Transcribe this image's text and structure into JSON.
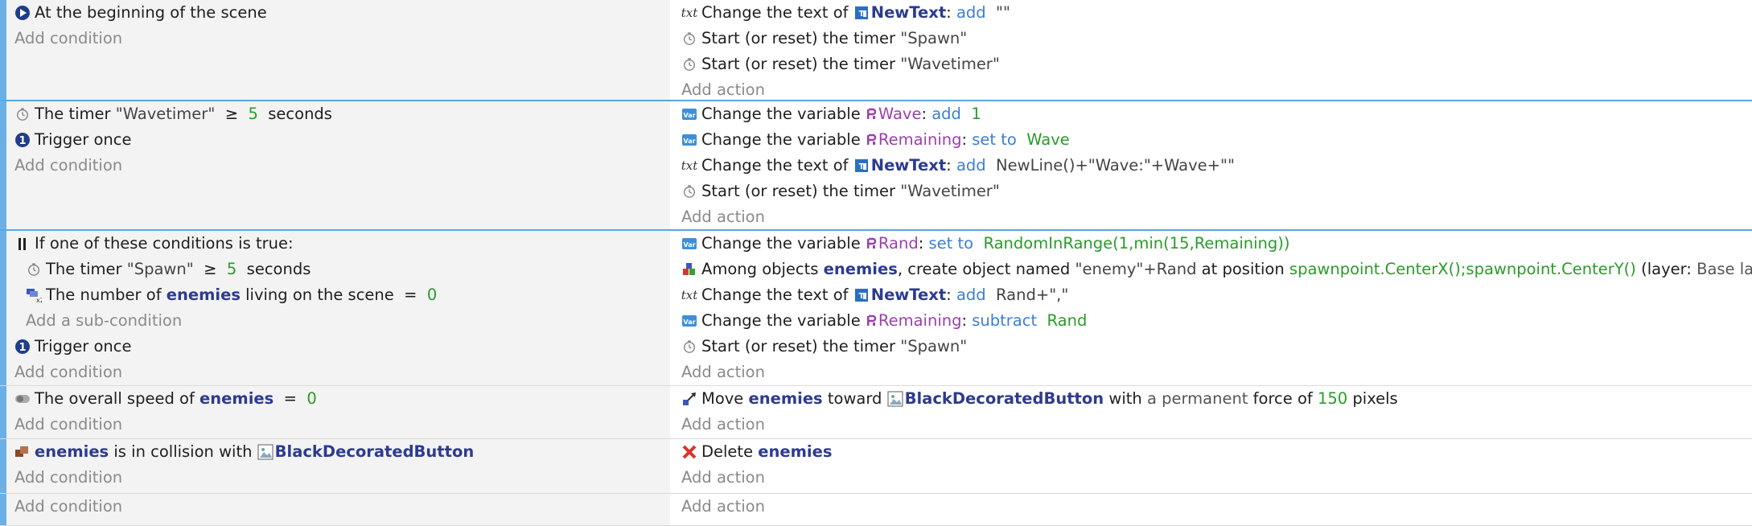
{
  "events": [
    {
      "conditions": [
        {
          "icon": "scene-start-icon",
          "parts": [
            {
              "t": "At the beginning of the scene",
              "c": ""
            }
          ]
        }
      ],
      "add_condition": "Add condition",
      "actions": [
        {
          "icon": "text-icon",
          "parts": [
            {
              "t": "Change the text of ",
              "c": ""
            },
            {
              "t": "NewText",
              "c": "obj",
              "objicon": true
            },
            {
              "t": ": ",
              "c": ""
            },
            {
              "t": "add",
              "c": "kw"
            },
            {
              "t": "  \"\"",
              "c": "str"
            }
          ]
        },
        {
          "icon": "timer-icon",
          "parts": [
            {
              "t": "Start (or reset) the timer ",
              "c": ""
            },
            {
              "t": "\"Spawn\"",
              "c": "str"
            }
          ]
        },
        {
          "icon": "timer-icon",
          "parts": [
            {
              "t": "Start (or reset) the timer ",
              "c": ""
            },
            {
              "t": "\"Wavetimer\"",
              "c": "str"
            }
          ]
        }
      ],
      "add_action": "Add action"
    },
    {
      "conditions": [
        {
          "icon": "timer-icon",
          "parts": [
            {
              "t": "The timer ",
              "c": ""
            },
            {
              "t": "\"Wavetimer\"",
              "c": "str"
            },
            {
              "t": "  ≥  ",
              "c": ""
            },
            {
              "t": "5",
              "c": "num"
            },
            {
              "t": "  seconds",
              "c": ""
            }
          ]
        },
        {
          "icon": "trigger-once-icon",
          "parts": [
            {
              "t": "Trigger once",
              "c": ""
            }
          ]
        }
      ],
      "add_condition": "Add condition",
      "actions": [
        {
          "icon": "variable-icon",
          "parts": [
            {
              "t": "Change the variable ",
              "c": ""
            },
            {
              "t": "Wave",
              "c": "var",
              "varicon": true
            },
            {
              "t": ": ",
              "c": ""
            },
            {
              "t": "add",
              "c": "kw"
            },
            {
              "t": "  1",
              "c": "num"
            }
          ]
        },
        {
          "icon": "variable-icon",
          "parts": [
            {
              "t": "Change the variable ",
              "c": ""
            },
            {
              "t": "Remaining",
              "c": "var",
              "varicon": true
            },
            {
              "t": ": ",
              "c": ""
            },
            {
              "t": "set to",
              "c": "kw"
            },
            {
              "t": "  Wave",
              "c": "expr"
            }
          ]
        },
        {
          "icon": "text-icon",
          "parts": [
            {
              "t": "Change the text of ",
              "c": ""
            },
            {
              "t": "NewText",
              "c": "obj",
              "objicon": true
            },
            {
              "t": ": ",
              "c": ""
            },
            {
              "t": "add",
              "c": "kw"
            },
            {
              "t": "  NewLine()+\"Wave:\"+Wave+\"\"",
              "c": "str"
            }
          ]
        },
        {
          "icon": "timer-icon",
          "parts": [
            {
              "t": "Start (or reset) the timer ",
              "c": ""
            },
            {
              "t": "\"Wavetimer\"",
              "c": "str"
            }
          ]
        }
      ],
      "add_action": "Add action"
    },
    {
      "conditions": [
        {
          "icon": "or-icon",
          "parts": [
            {
              "t": "If one of these conditions is true:",
              "c": ""
            }
          ]
        },
        {
          "icon": "timer-icon",
          "indent": 1,
          "parts": [
            {
              "t": "The timer ",
              "c": ""
            },
            {
              "t": "\"Spawn\"",
              "c": "str"
            },
            {
              "t": "  ≥  ",
              "c": ""
            },
            {
              "t": "5",
              "c": "num"
            },
            {
              "t": "  seconds",
              "c": ""
            }
          ]
        },
        {
          "icon": "object-count-icon",
          "indent": 1,
          "parts": [
            {
              "t": "The number of ",
              "c": ""
            },
            {
              "t": "enemies",
              "c": "obj"
            },
            {
              "t": " living on the scene  =  ",
              "c": ""
            },
            {
              "t": "0",
              "c": "num"
            }
          ]
        },
        {
          "placeholder": true,
          "indent": 1,
          "parts": [
            {
              "t": "Add a sub-condition",
              "c": "placeholder"
            }
          ]
        },
        {
          "icon": "trigger-once-icon",
          "parts": [
            {
              "t": "Trigger once",
              "c": ""
            }
          ]
        }
      ],
      "add_condition": "Add condition",
      "actions": [
        {
          "icon": "variable-icon",
          "parts": [
            {
              "t": "Change the variable ",
              "c": ""
            },
            {
              "t": "Rand",
              "c": "var",
              "varicon": true
            },
            {
              "t": ": ",
              "c": ""
            },
            {
              "t": "set to",
              "c": "kw"
            },
            {
              "t": "  RandomInRange(1,min(15,Remaining))",
              "c": "expr"
            }
          ]
        },
        {
          "icon": "create-object-icon",
          "parts": [
            {
              "t": "Among objects ",
              "c": ""
            },
            {
              "t": "enemies",
              "c": "obj"
            },
            {
              "t": ", create object named ",
              "c": ""
            },
            {
              "t": "\"enemy\"+Rand",
              "c": "str"
            },
            {
              "t": " at position ",
              "c": ""
            },
            {
              "t": "spawnpoint.CenterX();spawnpoint.CenterY()",
              "c": "expr"
            },
            {
              "t": " (layer: ",
              "c": ""
            },
            {
              "t": "Base layer",
              "c": "gray"
            },
            {
              "t": ")",
              "c": ""
            }
          ]
        },
        {
          "icon": "text-icon",
          "parts": [
            {
              "t": "Change the text of ",
              "c": ""
            },
            {
              "t": "NewText",
              "c": "obj",
              "objicon": true
            },
            {
              "t": ": ",
              "c": ""
            },
            {
              "t": "add",
              "c": "kw"
            },
            {
              "t": "  Rand+\",\"",
              "c": "str"
            }
          ]
        },
        {
          "icon": "variable-icon",
          "parts": [
            {
              "t": "Change the variable ",
              "c": ""
            },
            {
              "t": "Remaining",
              "c": "var",
              "varicon": true
            },
            {
              "t": ": ",
              "c": ""
            },
            {
              "t": "subtract",
              "c": "kw"
            },
            {
              "t": "  Rand",
              "c": "expr"
            }
          ]
        },
        {
          "icon": "timer-icon",
          "parts": [
            {
              "t": "Start (or reset) the timer ",
              "c": ""
            },
            {
              "t": "\"Spawn\"",
              "c": "str"
            }
          ]
        }
      ],
      "add_action": "Add action"
    },
    {
      "conditions": [
        {
          "icon": "speed-icon",
          "parts": [
            {
              "t": "The overall speed of ",
              "c": ""
            },
            {
              "t": "enemies",
              "c": "obj"
            },
            {
              "t": "  =  ",
              "c": ""
            },
            {
              "t": "0",
              "c": "num"
            }
          ]
        }
      ],
      "add_condition": "Add condition",
      "actions": [
        {
          "icon": "force-icon",
          "parts": [
            {
              "t": "Move ",
              "c": ""
            },
            {
              "t": "enemies",
              "c": "obj"
            },
            {
              "t": " toward ",
              "c": ""
            },
            {
              "t": "BlackDecoratedButton",
              "c": "obj",
              "imgicon": true
            },
            {
              "t": " with ",
              "c": ""
            },
            {
              "t": "a permanent",
              "c": "gray"
            },
            {
              "t": " force of ",
              "c": ""
            },
            {
              "t": "150",
              "c": "num"
            },
            {
              "t": " pixels",
              "c": ""
            }
          ]
        }
      ],
      "add_action": "Add action"
    },
    {
      "conditions": [
        {
          "icon": "collision-icon",
          "parts": [
            {
              "t": "enemies",
              "c": "obj"
            },
            {
              "t": " is in collision with ",
              "c": ""
            },
            {
              "t": "BlackDecoratedButton",
              "c": "obj",
              "imgicon": true
            }
          ]
        }
      ],
      "add_condition": "Add condition",
      "actions": [
        {
          "icon": "delete-icon",
          "parts": [
            {
              "t": "Delete ",
              "c": ""
            },
            {
              "t": "enemies",
              "c": "obj"
            }
          ]
        }
      ],
      "add_action": "Add action"
    },
    {
      "conditions": [],
      "add_condition": "Add condition",
      "actions": [],
      "add_action": "Add action"
    }
  ]
}
